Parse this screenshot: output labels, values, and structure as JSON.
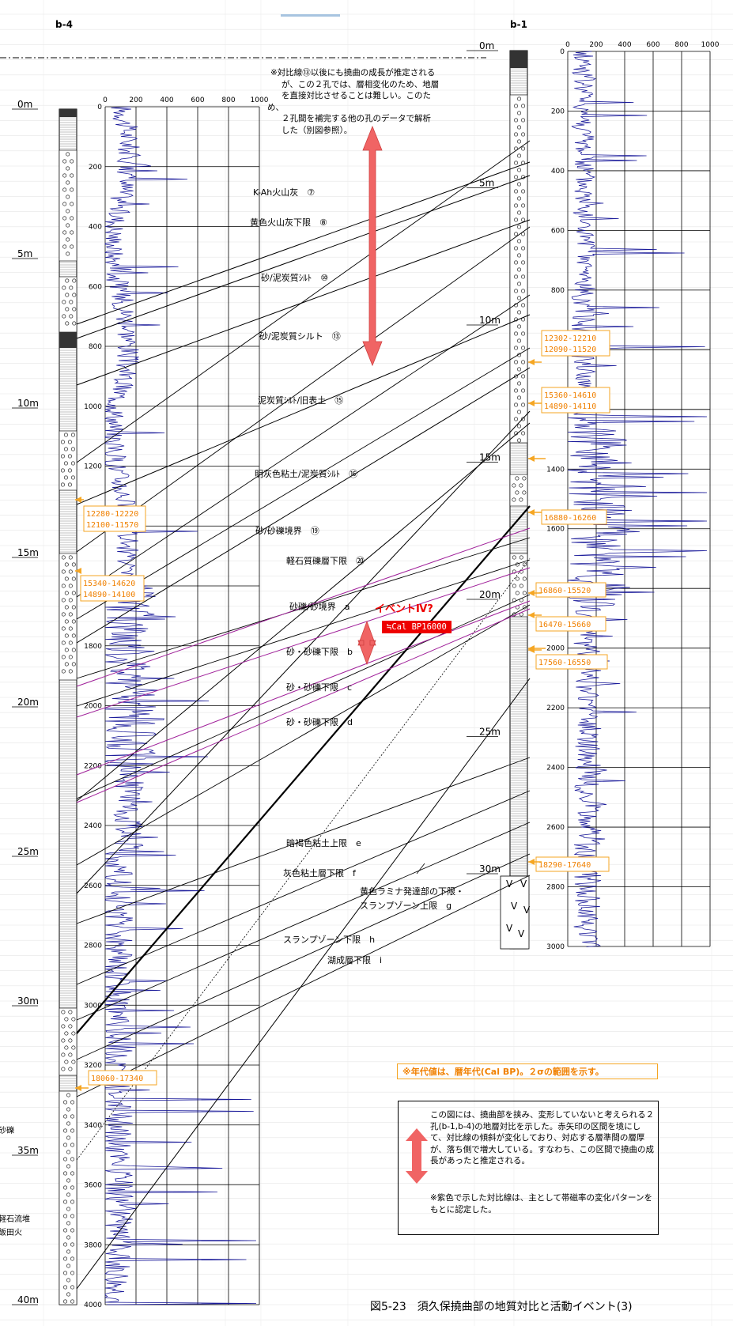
{
  "boreholes": {
    "left": {
      "name": "b-4",
      "depth_ticks": [
        "0m",
        "5m",
        "10m",
        "15m",
        "20m",
        "25m",
        "30m",
        "35m",
        "40m"
      ]
    },
    "right": {
      "name": "b-1",
      "depth_ticks": [
        "0m",
        "5m",
        "10m",
        "15m",
        "20m",
        "25m",
        "30m"
      ]
    }
  },
  "logs": {
    "left": {
      "x_ticks": [
        "0",
        "200",
        "400",
        "600",
        "800",
        "1000"
      ],
      "y_ticks": [
        "0",
        "200",
        "400",
        "600",
        "800",
        "1000",
        "1200",
        "1400",
        "1600",
        "1800",
        "2000",
        "2200",
        "2400",
        "2600",
        "2800",
        "3000",
        "3200",
        "3400",
        "3600",
        "3800",
        "4000"
      ]
    },
    "right": {
      "x_ticks": [
        "0",
        "200",
        "400",
        "600",
        "800",
        "1000"
      ],
      "y_ticks": [
        "0",
        "200",
        "400",
        "600",
        "800",
        "1000",
        "1200",
        "1400",
        "1600",
        "1800",
        "2000",
        "2200",
        "2400",
        "2600",
        "2800",
        "3000"
      ]
    }
  },
  "horizons": [
    {
      "label": "K-Ah火山灰　⑦",
      "color": "#000000"
    },
    {
      "label": "黄色火山灰下限　⑧",
      "color": "#000000"
    },
    {
      "label": "砂/泥炭質ｼﾙﾄ　⑩",
      "color": "#000000"
    },
    {
      "label": "砂/泥炭質シルト　⑬",
      "color": "#000000"
    },
    {
      "label": "泥炭質ｼﾙﾄ/旧表土　⑮",
      "color": "#000000"
    },
    {
      "label": "明灰色粘土/泥炭質ｼﾙﾄ　⑯",
      "color": "#000000"
    },
    {
      "label": "砂/砂礫境界　⑲",
      "color": "#000000"
    },
    {
      "label": "軽石質礫層下限　⑳",
      "color": "#000000"
    },
    {
      "label": "砂礫/砂境界　a",
      "color": "#a0209a"
    },
    {
      "label": "砂・砂礫下限　b",
      "color": "#a0209a"
    },
    {
      "label": "砂・砂礫下限　c",
      "color": "#a0209a"
    },
    {
      "label": "砂・砂礫下限　d",
      "color": "#a0209a"
    },
    {
      "label": "暗褐色粘土上限　e",
      "color": "#000000"
    },
    {
      "label": "灰色粘土層下限　f",
      "color": "#000000"
    },
    {
      "label": "黄色ラミナ発達部の下限・",
      "color": "#000000"
    },
    {
      "label": "スランプゾーン上限　g",
      "color": "#000000"
    },
    {
      "label": "スランプゾーン下限　h",
      "color": "#000000"
    },
    {
      "label": "湖成層下限　i",
      "color": "#000000"
    }
  ],
  "ages_left": [
    "12280-12220",
    "12100-11570",
    "15340-14620",
    "14890-14100",
    "18060-17340"
  ],
  "ages_right": [
    "12302-12210",
    "12090-11520",
    "15360-14610",
    "14890-14110",
    "16880-16260",
    "16860-15520",
    "16470-15660",
    "17560-16550",
    "18290-17640"
  ],
  "lithology_left": [
    "砂礫",
    "軽石流堆",
    "飯田火"
  ],
  "event": {
    "title": "イベントⅣ?",
    "badge": "≒Cal BP16000"
  },
  "note_top": [
    "※対比線⑬以後にも撓曲の成長が推定される",
    "が、この２孔では、層相変化のため、地層",
    "を直接対比させることは難しい。このた",
    "め、",
    "２孔間を補完する他の孔のデータで解析",
    "した（別図参照）。"
  ],
  "note_age": "※年代値は、暦年代(Cal BP)。２σの範囲を示す。",
  "note_box": {
    "p1": "この図には、撓曲部を挟み、変形していないと考えられる２孔(b-1,b-4)の地層対比を示した。赤矢印の区間を境にして、対比線の傾斜が変化しており、対応する層準間の層厚が、落ち側で増大している。すなわち、この区間で撓曲の成長があったと推定される。",
    "p2": "※紫色で示した対比線は、主として帯磁率の変化パターンをもとに認定した。"
  },
  "caption": "図5-23　須久保撓曲部の地質対比と活動イベント(3)",
  "colors": {
    "age_arrow": "#f5a623",
    "age_text": "#f08000",
    "red_arrow": "#f06464",
    "magnetic": "#1a1a9a",
    "purple": "#a0209a",
    "grid": "#cfcfcf"
  }
}
